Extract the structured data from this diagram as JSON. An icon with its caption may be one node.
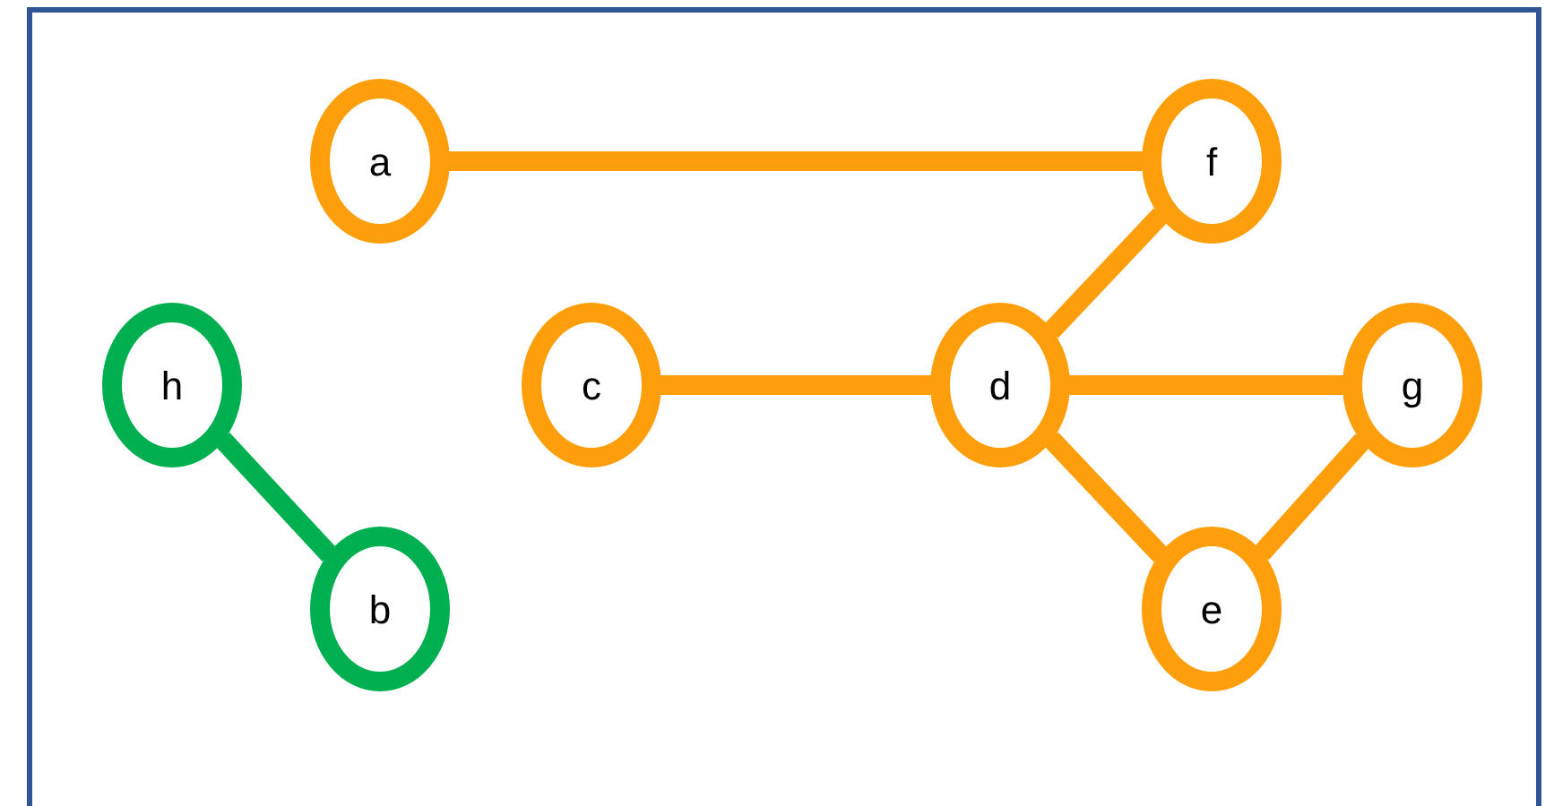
{
  "diagram": {
    "nodes": [
      {
        "text": [
          "a"
        ]
      },
      {
        "text": [
          "f"
        ]
      },
      {
        "text": [
          "h"
        ]
      },
      {
        "text": [
          "c"
        ]
      },
      {
        "text": [
          "d"
        ]
      },
      {
        "text": [
          "g"
        ]
      },
      {
        "text": [
          "b"
        ]
      },
      {
        "text": [
          "e"
        ]
      }
    ],
    "edges": [
      {
        "from": 0,
        "to": 1,
        "arrow": "none"
      },
      {
        "from": 1,
        "to": 4,
        "arrow": "none"
      },
      {
        "from": 3,
        "to": 4,
        "arrow": "none"
      },
      {
        "from": 4,
        "to": 5,
        "arrow": "none"
      },
      {
        "from": 4,
        "to": 7,
        "arrow": "none"
      },
      {
        "from": 7,
        "to": 5,
        "arrow": "none"
      },
      {
        "from": 2,
        "to": 6,
        "arrow": "none",
        "color": "#00b050"
      }
    ]
  }
}
